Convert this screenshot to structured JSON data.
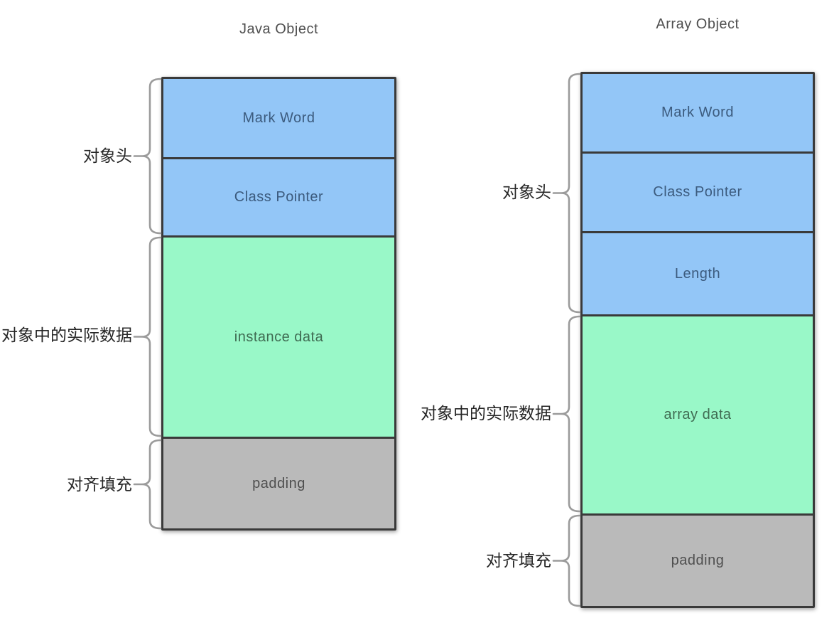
{
  "page": {
    "background": "#ffffff"
  },
  "colors": {
    "header_fill": "#93c6f7",
    "data_fill": "#99f8c8",
    "padding_fill": "#bababa",
    "box_border": "#3a3a3a",
    "brace_stroke": "#9b9b9b",
    "header_text": "#3c5b7e",
    "data_text": "#3f6b52",
    "padding_text": "#4f4f4f",
    "annotation_text": "#262626",
    "title_text": "#4f4f4f"
  },
  "diagrams": [
    {
      "title": "Java Object",
      "segments": [
        {
          "label": "Mark Word",
          "type": "header"
        },
        {
          "label": "Class Pointer",
          "type": "header"
        },
        {
          "label": "instance data",
          "type": "data"
        },
        {
          "label": "padding",
          "type": "padding"
        }
      ],
      "annotations": [
        {
          "label": "对象头",
          "spans": "Mark Word + Class Pointer"
        },
        {
          "label": "对象中的实际数据",
          "spans": "instance data"
        },
        {
          "label": "对齐填充",
          "spans": "padding"
        }
      ]
    },
    {
      "title": "Array Object",
      "segments": [
        {
          "label": "Mark Word",
          "type": "header"
        },
        {
          "label": "Class Pointer",
          "type": "header"
        },
        {
          "label": "Length",
          "type": "header"
        },
        {
          "label": "array data",
          "type": "data"
        },
        {
          "label": "padding",
          "type": "padding"
        }
      ],
      "annotations": [
        {
          "label": "对象头",
          "spans": "Mark Word + Class Pointer + Length"
        },
        {
          "label": "对象中的实际数据",
          "spans": "array data"
        },
        {
          "label": "对齐填充",
          "spans": "padding"
        }
      ]
    }
  ]
}
